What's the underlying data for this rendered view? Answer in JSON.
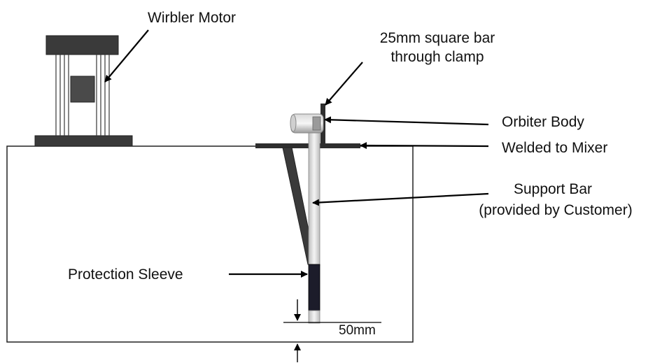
{
  "labels": {
    "wirbler_motor": "Wirbler Motor",
    "square_bar_line1": "25mm square bar",
    "square_bar_line2": "through clamp",
    "orbiter_body": "Orbiter Body",
    "welded_to_mixer": "Welded to Mixer",
    "support_bar_line1": "Support Bar",
    "support_bar_line2": "(provided by Customer)",
    "protection_sleeve": "Protection Sleeve",
    "dimension": "50mm"
  },
  "colors": {
    "outline": "#222222",
    "dark_fill": "#3a3a3a",
    "motor_block": "#4a4a4a",
    "probe_light": "#e6e6e6",
    "sleeve": "#1c1c2a"
  }
}
